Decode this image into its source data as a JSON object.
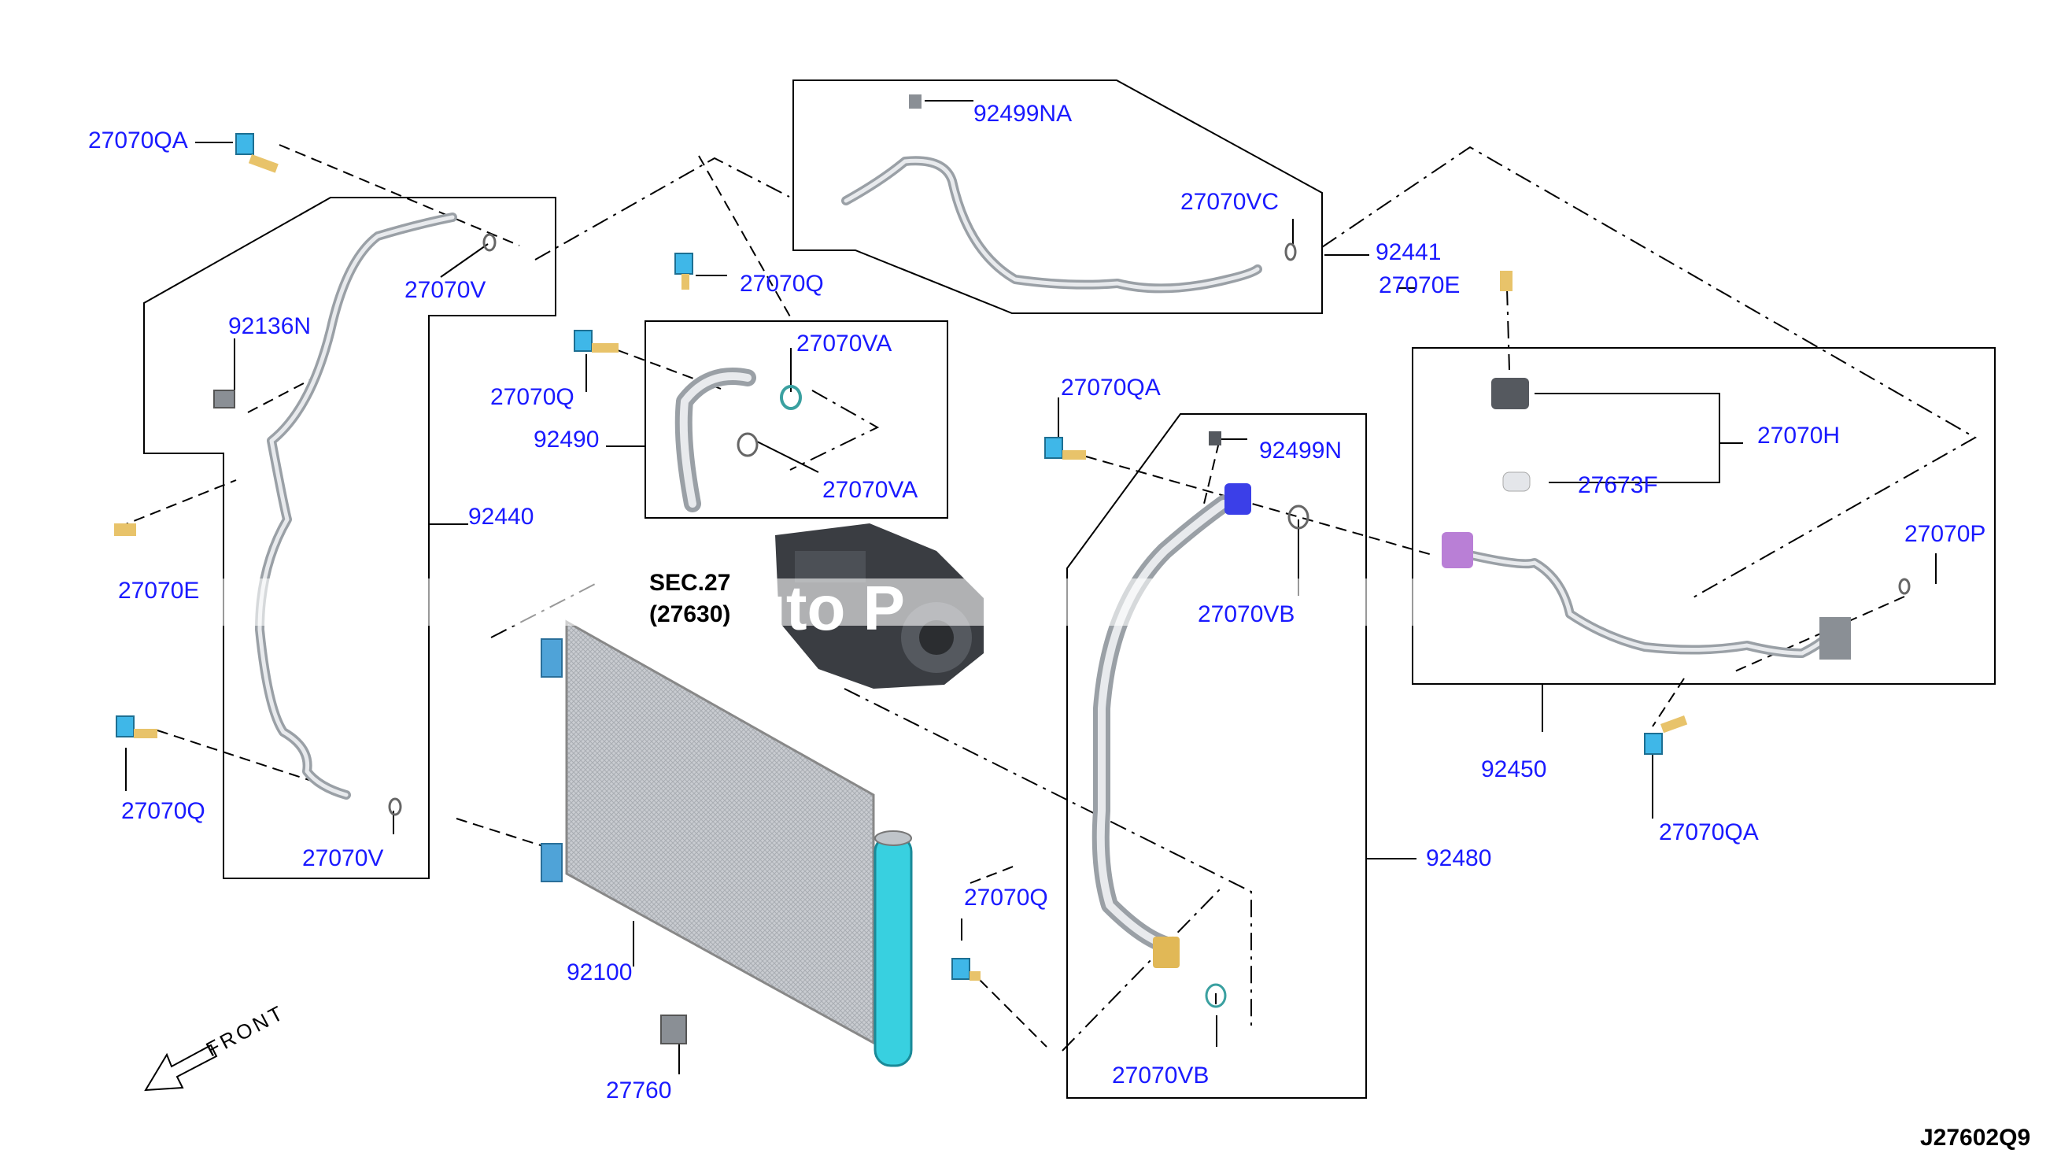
{
  "diagram": {
    "code": "J27602Q9",
    "front_label": "FRONT",
    "section_ref": {
      "line1": "SEC.27",
      "line2": "(27630)"
    },
    "watermark": "uto P",
    "labels": {
      "p27070QA_top": "27070QA",
      "p27070V_top": "27070V",
      "p92136N": "92136N",
      "p27070E_left": "27070E",
      "p92440": "92440",
      "p27070Q_left": "27070Q",
      "p27070V_bottom": "27070V",
      "p27070Q_upper": "27070Q",
      "p27070VA_upper": "27070VA",
      "p27070Q_mid": "27070Q",
      "p92490": "92490",
      "p27070VA_lower": "27070VA",
      "p92499NA": "92499NA",
      "p27070VC": "27070VC",
      "p92441": "92441",
      "p27070E_right": "27070E",
      "p27070QA_mid": "27070QA",
      "p92499N": "92499N",
      "p27070VB_upper": "27070VB",
      "p27070H": "27070H",
      "p27673F": "27673F",
      "p27070P": "27070P",
      "p92450": "92450",
      "p27070QA_right": "27070QA",
      "p92480": "92480",
      "p27070Q_lower": "27070Q",
      "p27070VB_lower": "27070VB",
      "p92100": "92100",
      "p27760": "27760"
    }
  }
}
